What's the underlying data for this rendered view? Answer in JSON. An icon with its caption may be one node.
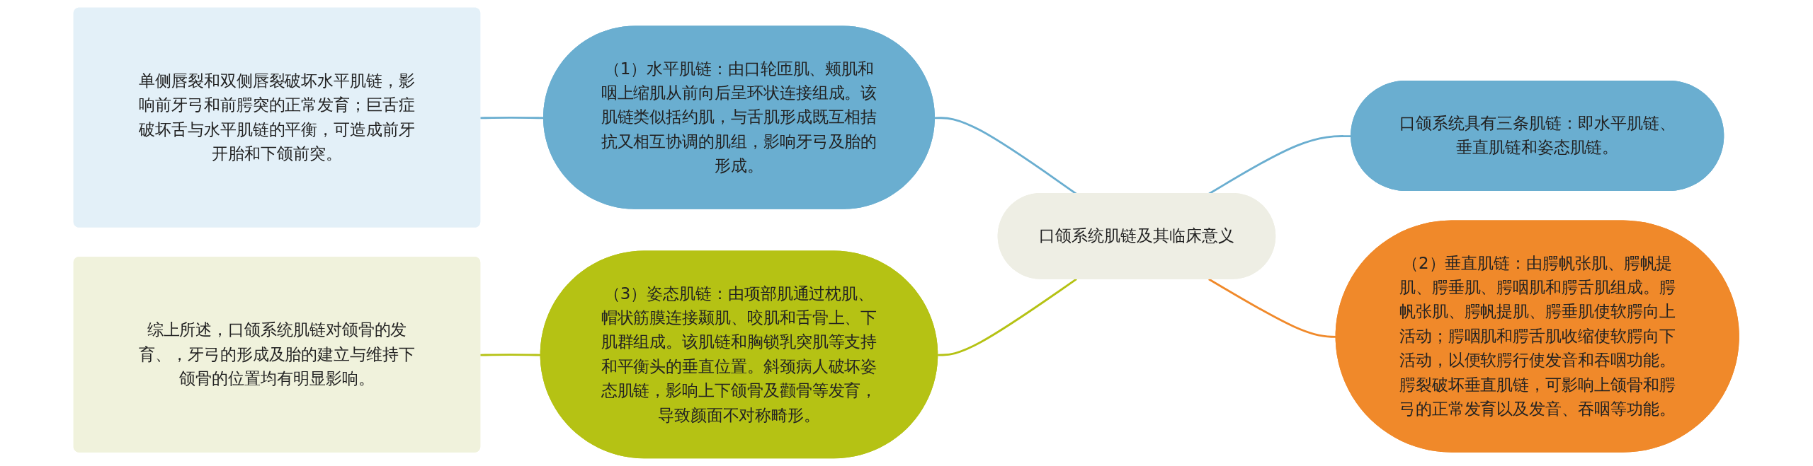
{
  "diagram": {
    "nodes": [
      {
        "text": [
          "口颌系统肌链及其临床意义"
        ]
      },
      {
        "text": [
          "口颌系统具有三条肌链：即水平肌链、垂直肌链和姿态肌链。"
        ]
      },
      {
        "text": [
          "（1）水平肌链：由口轮匝肌、颊肌和咽上缩肌从前向后呈环状连接组成。该肌链类似括约肌，与舌肌形成既互相拮抗又相互协调的肌组，影响牙弓及胎的形成。"
        ]
      },
      {
        "text": [
          "单侧唇裂和双侧唇裂破坏水平肌链，影响前牙弓和前腭突的正常发育；巨舌症破坏舌与水平肌链的平衡，可造成前牙开胎和下颌前突。"
        ]
      },
      {
        "text": [
          "（2）垂直肌链：由腭帆张肌、腭帆提肌、腭垂肌、腭咽肌和腭舌肌组成。腭帆张肌、腭帆提肌、腭垂肌使软腭向上活动；腭咽肌和腭舌肌收缩使软腭向下活动，以便软腭行使发音和吞咽功能。腭裂破坏垂直肌链，可影响上颌骨和腭弓的正常发育以及发音、吞咽等功能。"
        ]
      },
      {
        "text": [
          "（3）姿态肌链：由项部肌通过枕肌、帽状筋膜连接颞肌、咬肌和舌骨上、下肌群组成。该肌链和胸锁乳突肌等支持和平衡头的垂直位置。斜颈病人破坏姿态肌链，影响上下颌骨及颧骨等发育，导致颜面不对称畸形。"
        ]
      },
      {
        "text": [
          "综上所述，口颌系统肌链对颌骨的发育、，牙弓的形成及胎的建立与维持下颌骨的位置均有明显影响。"
        ]
      }
    ],
    "edges": [
      {
        "from": 0,
        "to": 1,
        "arrow": "none"
      },
      {
        "from": 0,
        "to": 2,
        "arrow": "none"
      },
      {
        "from": 2,
        "to": 3,
        "arrow": "none"
      },
      {
        "from": 0,
        "to": 4,
        "arrow": "none",
        "color": "#f0892a"
      },
      {
        "from": 0,
        "to": 5,
        "arrow": "none",
        "color": "#b5c214"
      },
      {
        "from": 5,
        "to": 6,
        "arrow": "none",
        "color": "#b5c214"
      }
    ]
  }
}
